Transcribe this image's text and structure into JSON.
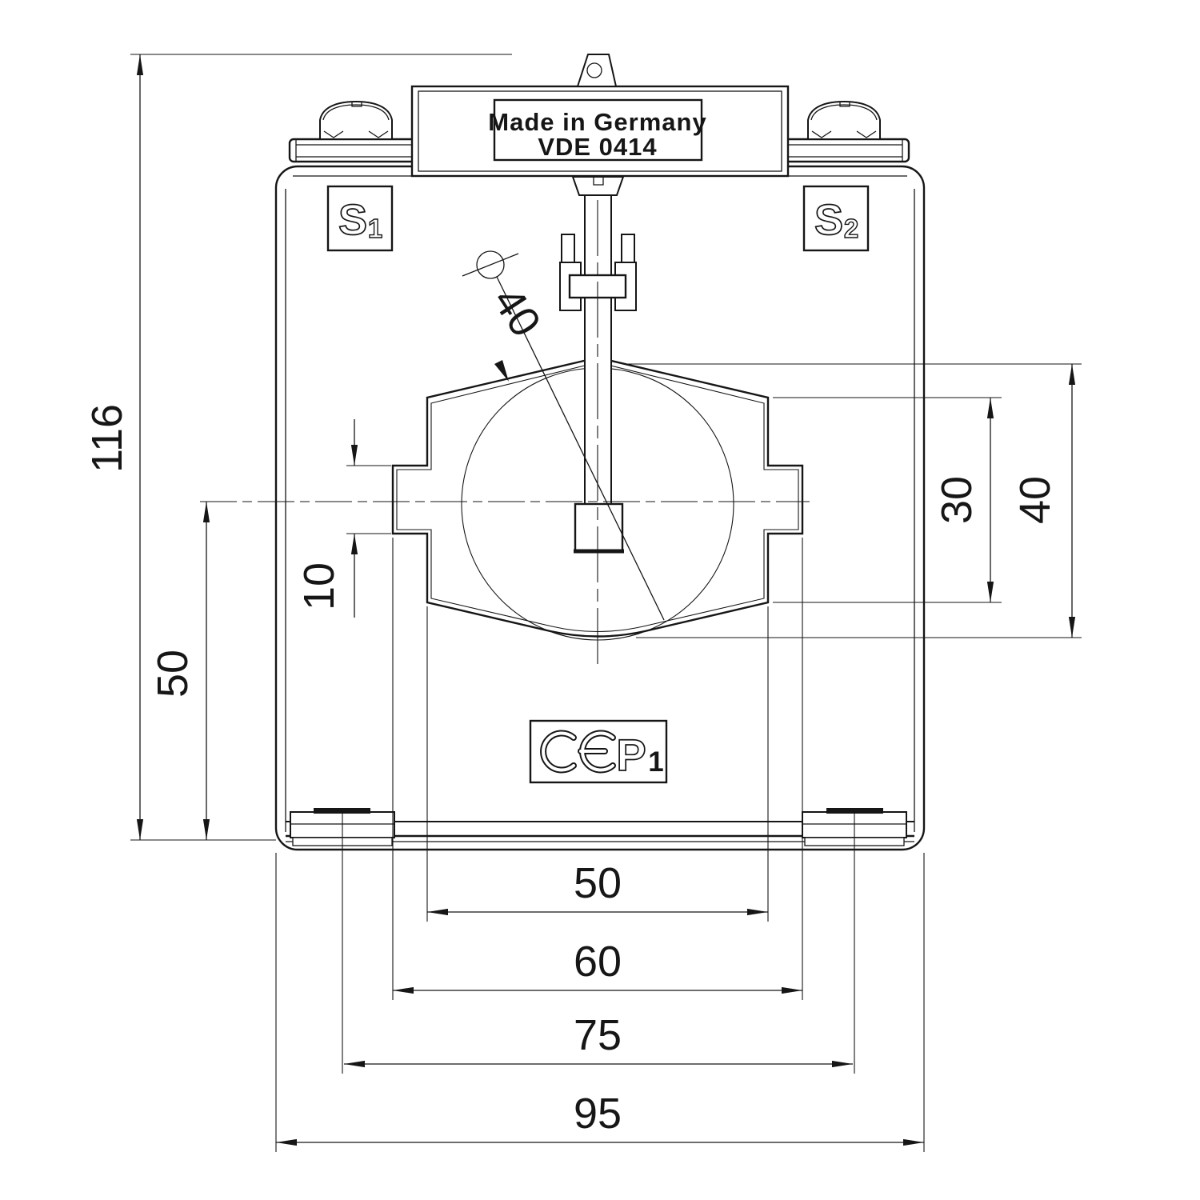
{
  "drawing": {
    "title_label": {
      "line1": "Made in Germany",
      "line2": "VDE 0414"
    },
    "terminal_labels": {
      "s1_letter": "S",
      "s1_sub": "1",
      "s2_letter": "S",
      "s2_sub": "2"
    },
    "marks": {
      "ce": "CE",
      "p_letter": "P",
      "p_sub": "1"
    },
    "dimensions": {
      "overall_height": "116",
      "center_to_base": "50",
      "step_height": "10",
      "aperture_diameter_symbol": "Ø",
      "aperture_diameter": "40",
      "window_inner_height": "30",
      "window_outer_height": "40",
      "window_inner_width": "50",
      "window_outer_width": "60",
      "foot_slot_spacing": "75",
      "overall_width": "95"
    },
    "colors": {
      "line": "#161616",
      "background": "#ffffff"
    }
  }
}
